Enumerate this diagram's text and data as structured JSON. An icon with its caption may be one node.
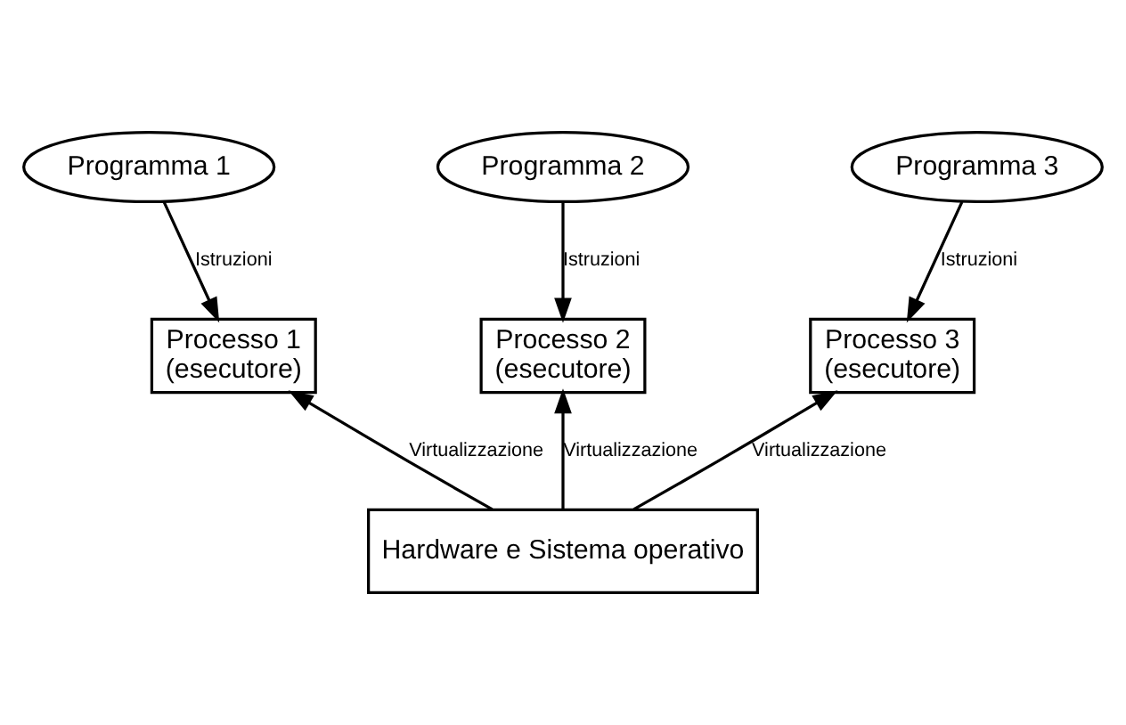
{
  "diagram": {
    "nodes": [
      {
        "text": [
          "Programma 1"
        ]
      },
      {
        "text": [
          "Programma 2"
        ]
      },
      {
        "text": [
          "Programma 3"
        ]
      },
      {
        "text": [
          "Processo 1 (esecutore)"
        ]
      },
      {
        "text": [
          "Processo 2 (esecutore)"
        ]
      },
      {
        "text": [
          "Processo 3 (esecutore)"
        ]
      },
      {
        "text": [
          "Hardware e Sistema operativo"
        ]
      }
    ],
    "edges": [
      {
        "from": 0,
        "to": 3,
        "arrow": "to",
        "label": "Istruzioni"
      },
      {
        "from": 1,
        "to": 4,
        "arrow": "to",
        "label": "Istruzioni"
      },
      {
        "from": 2,
        "to": 5,
        "arrow": "to",
        "label": "Istruzioni"
      },
      {
        "from": 6,
        "to": 3,
        "arrow": "to",
        "label": "Virtualizzazione"
      },
      {
        "from": 6,
        "to": 4,
        "arrow": "to",
        "label": "Virtualizzazione"
      },
      {
        "from": 6,
        "to": 5,
        "arrow": "to",
        "label": "Virtualizzazione"
      }
    ]
  }
}
